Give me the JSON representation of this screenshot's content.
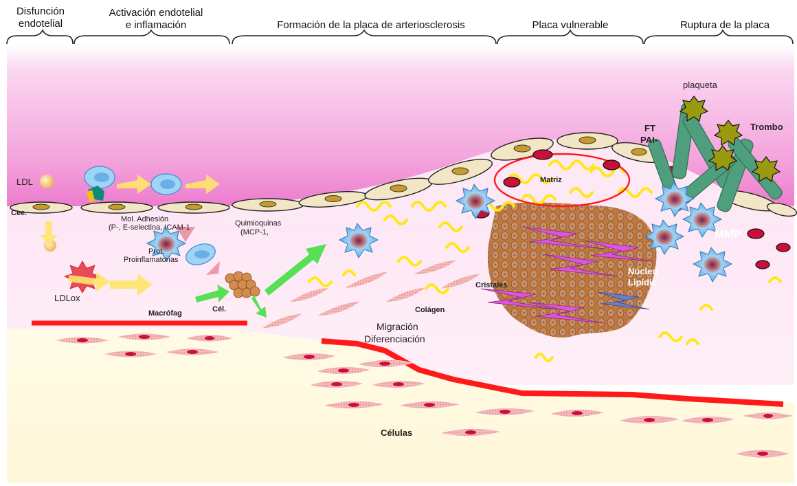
{
  "stages": [
    {
      "id": "disfuncion",
      "line1": "Disfunción",
      "line2": "endotelial"
    },
    {
      "id": "activacion",
      "line1": "Activación endotelial",
      "line2": "e inflamación"
    },
    {
      "id": "formacion",
      "line1": "Formación de la placa de arteriosclerosis",
      "line2": ""
    },
    {
      "id": "vulnerable",
      "line1": "Placa vulnerable",
      "line2": ""
    },
    {
      "id": "ruptura",
      "line1": "Ruptura de la placa",
      "line2": ""
    }
  ],
  "labels": {
    "ldl": "LDL",
    "cee": "Cee.",
    "mol_adhesion_1": "Mol. Adhesión",
    "mol_adhesion_2": "(P-, E-selectina, ICAM-1",
    "quimioquinas_1": "Quimioquinas",
    "quimioquinas_2": "(MCP-1,",
    "prot_1": "Prot.",
    "prot_2": "Proinflamatorias",
    "ldlox": "LDLox",
    "macrofag": "Macrófag",
    "cel": "Cél.",
    "migracion": "Migración",
    "diferenciacion": "Diferenciación",
    "colagen": "Colágen",
    "cristales": "Cristales",
    "matriz": "Matriz",
    "nucleo_1": "Núcleo",
    "nucleo_2": "Lipídic",
    "celulas": "Células",
    "mmp": "MMP",
    "plaqueta": "plaqueta",
    "ft": "FT",
    "pai": "PAI-",
    "trombo": "Trombo"
  },
  "colors": {
    "lumen_top": "#f7b8e4",
    "lumen_bottom": "#ee7fcf",
    "intima": "#fbe3f4",
    "media": "#fdf8dc",
    "elastic_lamina": "#ff1a1a",
    "endothelial_cell": "#f3e6c6",
    "nucleus": "#c89a2a",
    "macrophage": "#8ec8ef",
    "smooth_muscle": "#f3b6b6",
    "lipid_core": "#c8804a",
    "collagen": "#ffe81a",
    "crystal": "#dd55dd",
    "platelet": "#9a9a10",
    "fibrin": "#4f9f7f",
    "arrow_yellow": "#ffe56a",
    "arrow_green": "#55e055"
  }
}
